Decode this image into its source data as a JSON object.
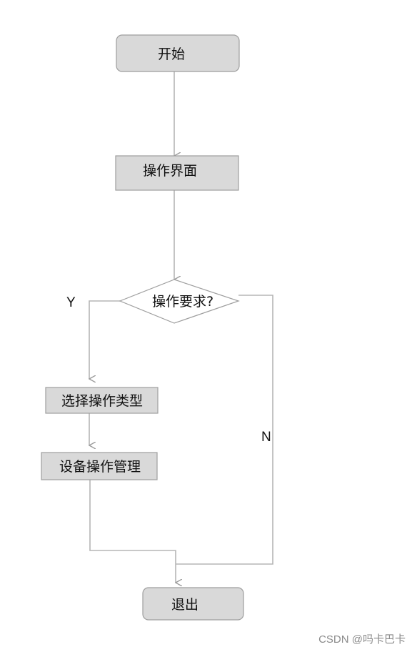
{
  "colors": {
    "node_fill": "#d9d9d9",
    "node_stroke": "#9e9e9e",
    "edge": "#b5b5b5",
    "text": "#111111"
  },
  "nodes": {
    "start": "开始",
    "ui": "操作界面",
    "decision": "操作要求?",
    "select_type": "选择操作类型",
    "device_mgmt": "设备操作管理",
    "exit": "退出"
  },
  "edge_labels": {
    "yes": "Y",
    "no": "N"
  },
  "watermark": "CSDN @吗卡巴卡"
}
